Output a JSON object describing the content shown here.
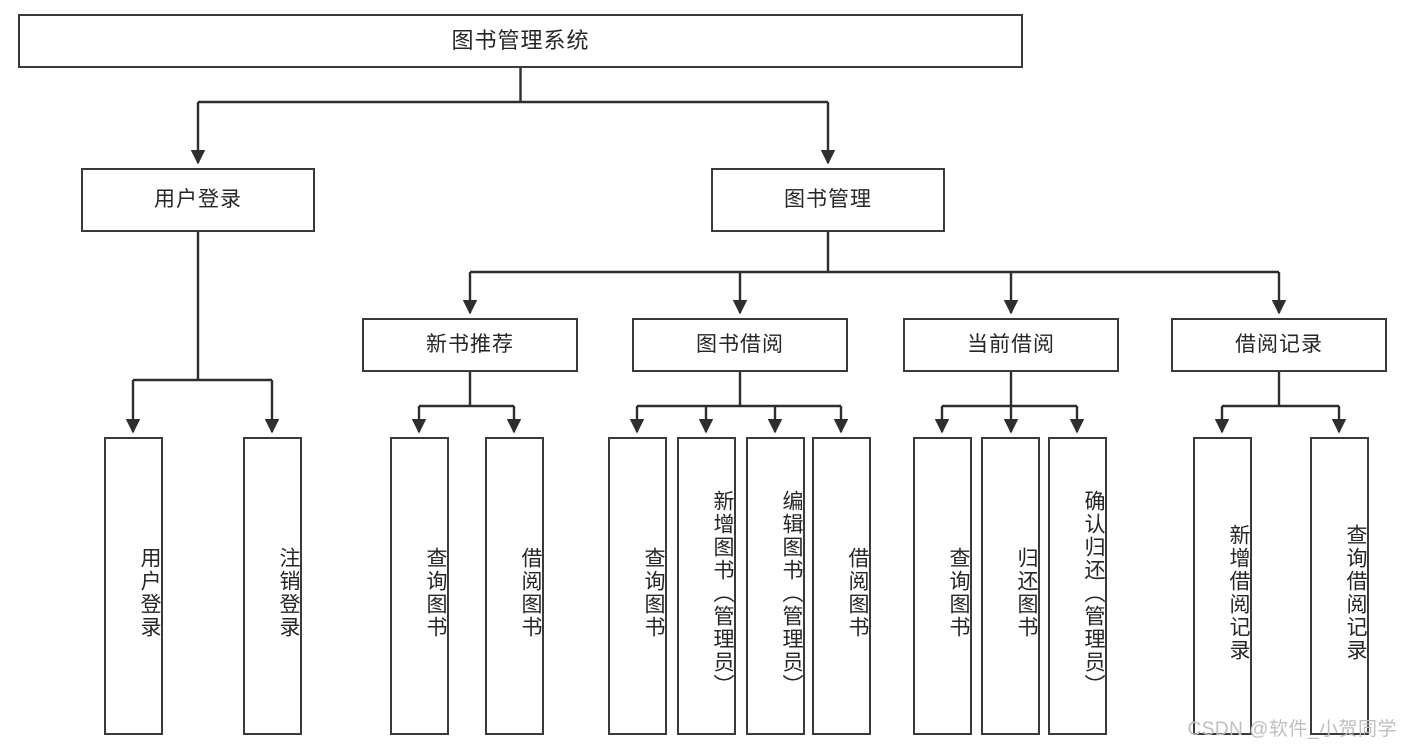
{
  "diagram": {
    "title": "图书管理系统",
    "type": "hierarchy-tree",
    "watermark": "CSDN @软件_小贺同学",
    "colors": {
      "box_border": "#3a3a3a",
      "box_fill": "#ffffff",
      "edge": "#2e2e2e",
      "text": "#262626",
      "watermark": "#bfbfbf",
      "background": "#ffffff"
    }
  },
  "nodes": {
    "root": {
      "label": "图书管理系统"
    },
    "level2": [
      {
        "label": "用户登录"
      },
      {
        "label": "图书管理"
      }
    ],
    "level3": [
      {
        "label": "新书推荐"
      },
      {
        "label": "图书借阅"
      },
      {
        "label": "当前借阅"
      },
      {
        "label": "借阅记录"
      }
    ],
    "leaves": {
      "user_login": [
        {
          "label": "用户登录"
        },
        {
          "label": "注销登录"
        }
      ],
      "new_book": [
        {
          "label": "查询图书"
        },
        {
          "label": "借阅图书"
        }
      ],
      "book_borrow": [
        {
          "label": "查询图书"
        },
        {
          "label": "新增图书（管理员）"
        },
        {
          "label": "编辑图书（管理员）"
        },
        {
          "label": "借阅图书"
        }
      ],
      "current_borrow": [
        {
          "label": "查询图书"
        },
        {
          "label": "归还图书"
        },
        {
          "label": "确认归还（管理员）"
        }
      ],
      "borrow_record": [
        {
          "label": "新增借阅记录"
        },
        {
          "label": "查询借阅记录"
        }
      ]
    }
  }
}
